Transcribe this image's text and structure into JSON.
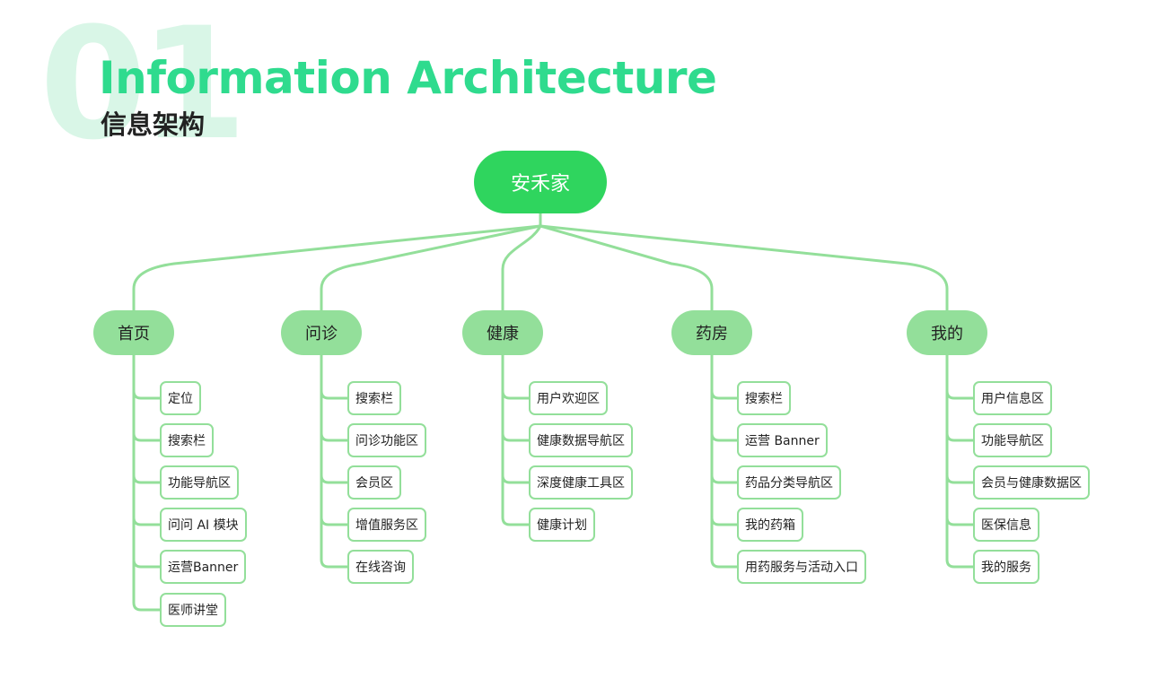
{
  "header": {
    "number": "01",
    "title_en": "Information Architecture",
    "title_cn": "信息架构"
  },
  "colors": {
    "accent": "#2fdb8e",
    "root_fill": "#2fd55e",
    "category_fill": "#93df9a",
    "line": "#93df9a"
  },
  "tree": {
    "root": "安禾家",
    "categories": [
      {
        "label": "首页",
        "children": [
          "定位",
          "搜索栏",
          "功能导航区",
          "问问 AI 模块",
          "运营Banner",
          "医师讲堂"
        ]
      },
      {
        "label": "问诊",
        "children": [
          "搜索栏",
          "问诊功能区",
          "会员区",
          "增值服务区",
          "在线咨询"
        ]
      },
      {
        "label": "健康",
        "children": [
          "用户欢迎区",
          "健康数据导航区",
          "深度健康工具区",
          "健康计划"
        ]
      },
      {
        "label": "药房",
        "children": [
          "搜索栏",
          "运营 Banner",
          "药品分类导航区",
          "我的药箱",
          "用药服务与活动入口"
        ]
      },
      {
        "label": "我的",
        "children": [
          "用户信息区",
          "功能导航区",
          "会员与健康数据区",
          "医保信息",
          "我的服务"
        ]
      }
    ]
  }
}
